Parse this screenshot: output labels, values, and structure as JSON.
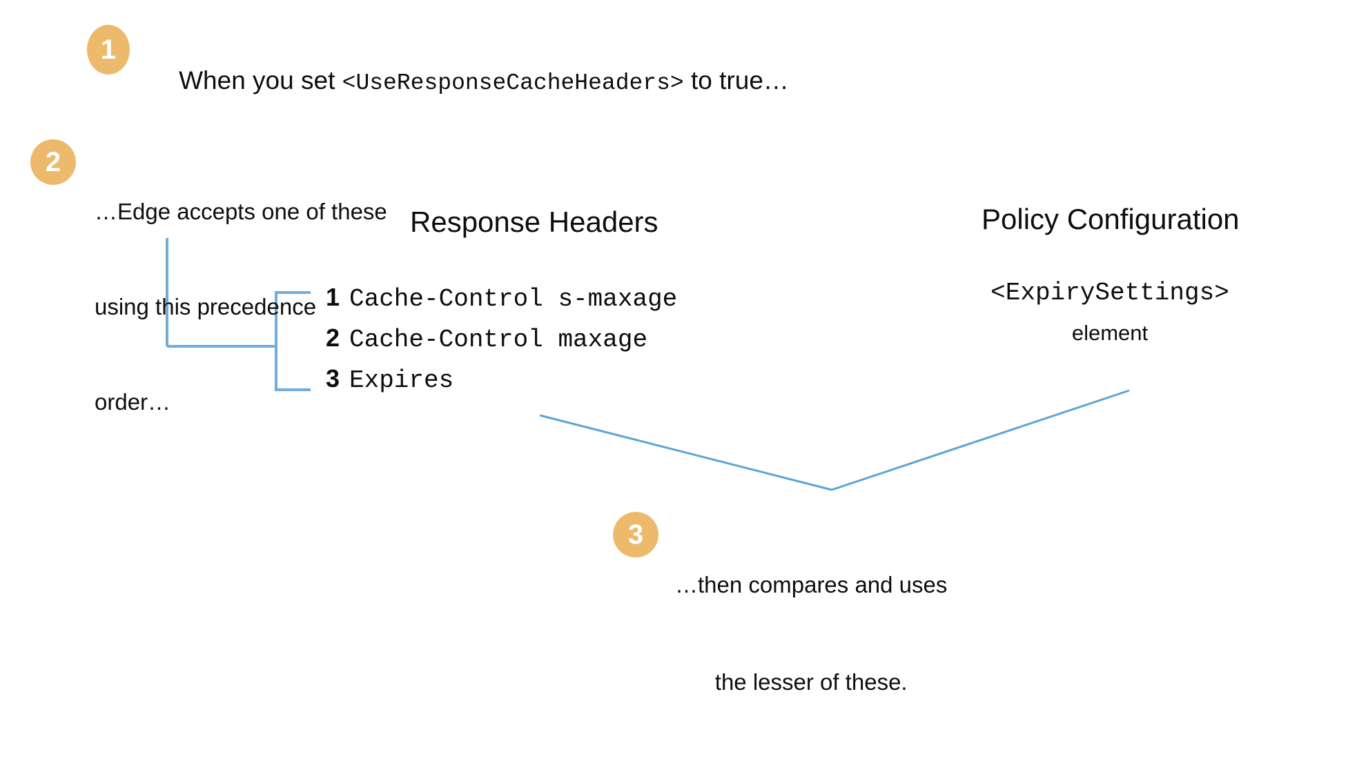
{
  "diagram": {
    "title_implied": "Edge cache expiry precedence",
    "line_color": "#6fadda",
    "badge_color": "#edb96b",
    "text_color": "#0d0d0d",
    "background": "#ffffff"
  },
  "steps": [
    {
      "number": "1",
      "text_plain": "When you set <UseResponseCacheHeaders> to true…",
      "prefix": "When you set ",
      "code": "<UseResponseCacheHeaders>",
      "suffix": " to true…"
    },
    {
      "number": "2",
      "line1": "…Edge accepts one of these",
      "line2": "using this precedence",
      "line3": "order…"
    },
    {
      "number": "3",
      "line1": "…then compares and uses",
      "line2": "the lesser of these."
    }
  ],
  "columns": {
    "response_headers": {
      "heading": "Response Headers",
      "items": [
        {
          "rank": "1",
          "name": "Cache-Control s-maxage"
        },
        {
          "rank": "2",
          "name": "Cache-Control maxage"
        },
        {
          "rank": "3",
          "name": "Expires"
        }
      ]
    },
    "policy_configuration": {
      "heading": "Policy Configuration",
      "element_name": "<ExpirySettings>",
      "element_label": "element"
    }
  }
}
